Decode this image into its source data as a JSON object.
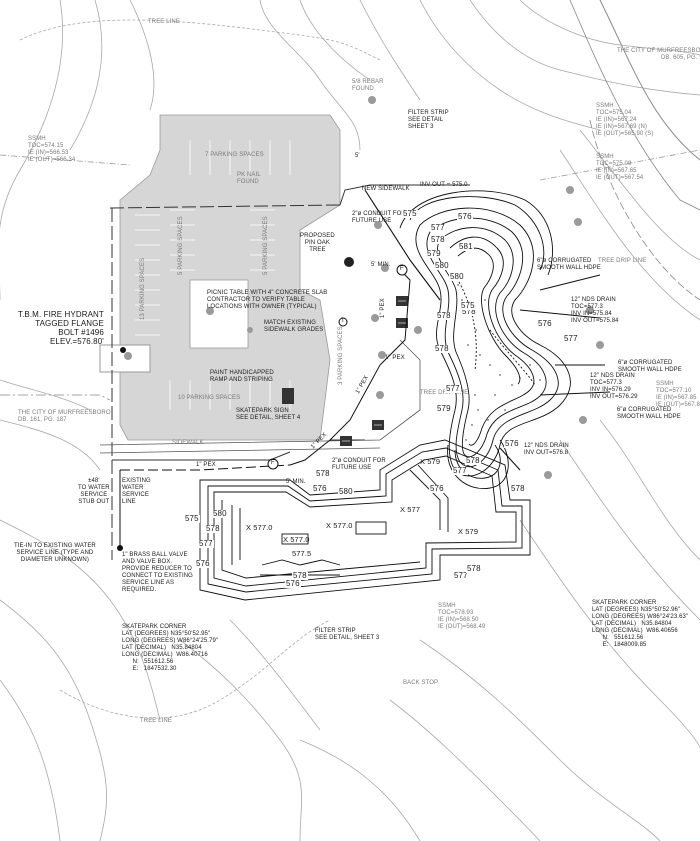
{
  "drawing": {
    "labels": {
      "tree_line_top": "TREE LINE",
      "tree_line_bottom": "TREE LINE",
      "tree_drip_line_1": "TREE DRIP LINE",
      "tree_drip_line_2": "TREE DRIP LINE",
      "city_top_right": "THE CITY OF MURFREESBORO\nDB. 605, PG. 523",
      "city_left": "THE CITY OF MURFREESBORO\nDB. 161, PG. 187",
      "ssmh_left": "SSMH\nTOC=574.15\nIE (IN)=566.53\nIE (OUT)=566.34",
      "ssmh_right_1": "SSMH\nTOC=575.04\nIE (IN)=567.24\nIE (IN)=567.69 (N)\nIE (OUT)=565.90 (S)",
      "ssmh_right_2": "SSMH\nTOC=575.09\nIE (IN)=567.65\nIE (OUT)=567.54",
      "ssmh_right_3": "SSMH\nTOC=577.10\nIE (IN)=567.85\nIE (OUT)=567.80",
      "ssmh_bottom": "SSMH\nTOC=578.93\nIE (IN)=568.50\nIE (OUT)=568.49",
      "rebar_found": "5/8 REBAR\nFOUND",
      "pk_nail": "PK NAIL\nFOUND",
      "filter_strip_top": "FILTER STRIP\nSEE DETAIL\nSHEET 3",
      "filter_strip_bottom": "FILTER STRIP\nSEE DETAIL, SHEET 3",
      "parking_7": "7 PARKING SPACES",
      "parking_13": "13 PARKING SPACES",
      "parking_5a": "5 PARKING SPACES",
      "parking_5b": "5 PARKING SPACES",
      "parking_10": "10 PARKING SPACES",
      "parking_3": "3 PARKING SPACES",
      "dim_5": "5'",
      "new_sidewalk": "NEW SIDEWALK",
      "inv_out_575": "INV OUT = 575.0",
      "conduit_top": "2\"ø CONDUIT FOR\nFUTURE USE",
      "conduit_bottom": "2\"ø CONDUIT FOR\nFUTURE USE",
      "pin_oak": "PROPOSED\nPIN OAK\nTREE",
      "five_min": "5' MIN.",
      "five_min_2": "5' MIN.",
      "pex_1": "1\" PEX",
      "pex_2": "1\" PEX",
      "pex_3": "1\" PEX",
      "pex_4": "1\" PEX",
      "pex_5": "1\" PEX",
      "picnic": "PICNIC TABLE WITH 4\" CONCRETE SLAB\nCONTRACTOR TO VERIFY TABLE\nLOCATIONS WITH OWNER (TYPICAL)",
      "match_sidewalk": "MATCH EXISTING\nSIDEWALK GRADES",
      "tbm": "T.B.M. FIRE HYDRANT\nTAGGED FLANGE\nBOLT #1496\nELEV.=576.80'",
      "paint_hc": "PAINT HANDICAPPED\nRAMP AND STRIPING",
      "skatepark_sign": "SKATEPARK SIGN\nSEE DETAIL, SHEET 4",
      "sidewalk": "SIDEWALK",
      "water_stub": "±48'\nTO WATER\nSERVICE\nSTUB OUT",
      "existing_water": "EXISTING\nWATER\nSERVICE\nLINE",
      "tie_in": "TIE-IN TO EXISTING WATER\nSERVICE LINE (TYPE AND\nDIAMETER UNKNOWN)",
      "brass_valve": "1\" BRASS BALL VALVE\nAND VALVE BOX.\nPROVIDE REDUCER TO\nCONNECT TO EXISTING\nSERVICE LINE AS\nREQUIRED.",
      "corner_left": "SKATEPARK CORNER\nLAT (DEGREES) N35°50'52.95\"\nLONG (DEGREES) W86°24'25.79\"\nLAT (DECIMAL)   N35.84804\nLONG (DECIMAL)  W86.40716\n      N:   551612.56\n      E:   1847532.30",
      "corner_right": "SKATEPARK CORNER\nLAT (DEGREES) N35°50'52.96\"\nLONG (DEGREES) W86°24'23.63\"\nLAT (DECIMAL)   N35.84804\nLONG (DECIMAL)  W86.40656\n      N:   551612.56\n      E:   1848009.85",
      "hdpe_1": "6\"ø CORRUGATED\nSMOOTH WALL HDPE",
      "hdpe_2": "6\"ø CORRUGATED\nSMOOTH WALL HDPE",
      "hdpe_3": "6\"ø CORRUGATED\nSMOOTH WALL HDPE",
      "nds_drain_1": "12\" NDS DRAIN\nTOC=577.3\nINV IN=575.84\nINV OUT=575.84",
      "nds_drain_2": "12\" NDS DRAIN\nTOC=577.3\nINV IN=576.29\nINV OUT=576.29",
      "nds_drain_3": "12\" NDS DRAIN\nINV OUT=576.8",
      "back_stop": "BACK STOP",
      "x5770_a": "X 577.0",
      "x5770_b": "X 577.0",
      "x579_a": "X 579",
      "x579_b": "X 579",
      "x577": "X 577",
      "x5775": "577.5",
      "x5770_box": "X 577.0",
      "c575a": "575",
      "c576a": "576",
      "c577a": "577",
      "c578a": "578",
      "c579a": "579",
      "c580a": "580",
      "c581a": "581",
      "c580b": "580",
      "c578b": "578",
      "c578c": "578",
      "c576b": "576",
      "c577b": "577",
      "c577c": "577",
      "c578d": "578",
      "c579b": "579",
      "c578e": "578",
      "c576c": "576",
      "c575b": "575",
      "c576d": "576",
      "c577d": "577",
      "c578f": "578",
      "c580c": "580",
      "c576e": "576",
      "c578g": "578",
      "c577e": "577",
      "c578h": "578",
      "c576f": "576",
      "c580d": "580",
      "c578i": "578",
      "c577f": "577",
      "c576g": "576",
      "c578j": "578",
      "c575c": "575",
      "label_f1": "F",
      "label_f2": "F",
      "label_t": "T"
    }
  }
}
